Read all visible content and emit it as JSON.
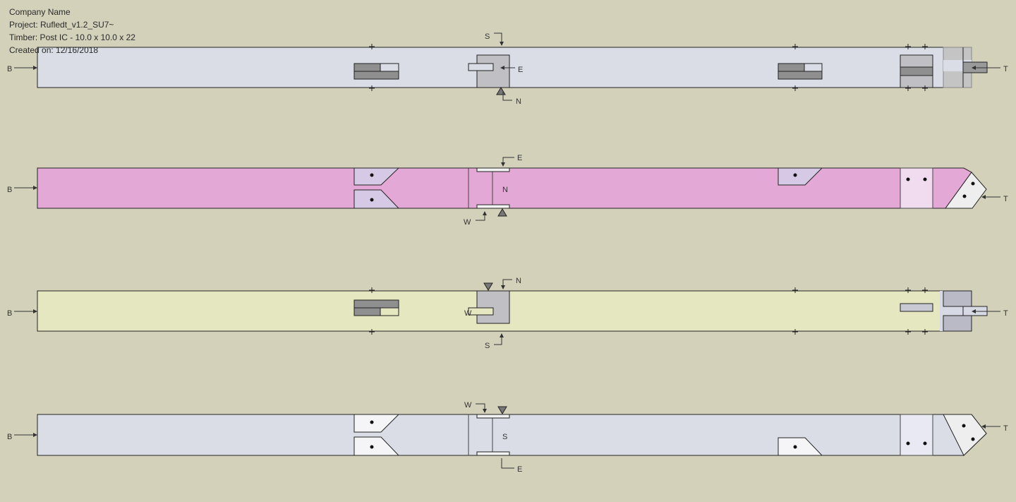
{
  "header": {
    "company": "Company Name",
    "project": "Project: Rufledt_v1.2_SU7~",
    "timber": "Timber: Post IC - 10.0 x 10.0 x 22",
    "created": "Created on: 12/16/2018"
  },
  "colors": {
    "background": "#d3d1b9",
    "view1_face": "#dadcE6",
    "view2_face": "#e4a8d6",
    "view3_face": "#e5e7c0",
    "view4_face": "#dadcE6"
  },
  "views": [
    {
      "face": "S-E-N",
      "end_label_left": "B",
      "end_label_right": "T",
      "labels": [
        "S",
        "E",
        "N"
      ]
    },
    {
      "face": "E-N-W",
      "end_label_left": "B",
      "end_label_right": "T",
      "labels": [
        "E",
        "N",
        "W"
      ]
    },
    {
      "face": "N-W-S",
      "end_label_left": "B",
      "end_label_right": "T",
      "labels": [
        "N",
        "W",
        "S"
      ]
    },
    {
      "face": "W-S-E",
      "end_label_left": "B",
      "end_label_right": "T",
      "labels": [
        "W",
        "S",
        "E"
      ]
    }
  ]
}
